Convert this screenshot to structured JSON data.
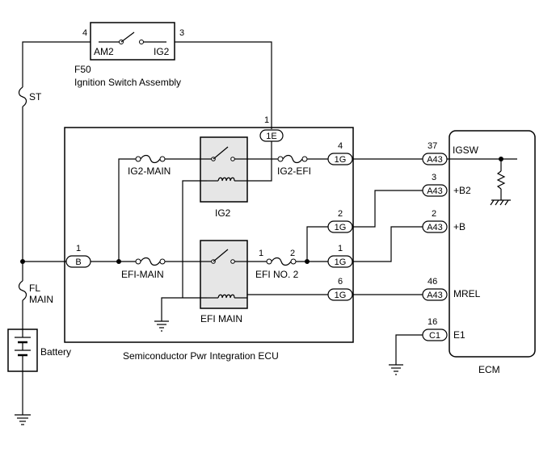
{
  "ignition_switch": {
    "id": "F50",
    "name": "Ignition Switch Assembly",
    "left_terminal": "AM2",
    "right_terminal": "IG2",
    "left_pin": "4",
    "right_pin": "3"
  },
  "fuses": {
    "st": "ST",
    "fl_main_1": "FL",
    "fl_main_2": "MAIN",
    "ig2_main": "IG2-MAIN",
    "ig2_efi": "IG2-EFI",
    "efi_main": "EFI-MAIN",
    "efi_no2": "EFI NO. 2"
  },
  "relays": {
    "ig2": "IG2",
    "efi_main": "EFI MAIN"
  },
  "battery": "Battery",
  "ecu": {
    "name": "Semiconductor Pwr Integration ECU"
  },
  "ecm": {
    "name": "ECM"
  },
  "connectors": {
    "c_1e": "1E",
    "pin_1e": "1",
    "c_b": "B",
    "pin_b": "1",
    "c_1g_4": "1G",
    "pin_1g_4": "4",
    "c_1g_2": "1G",
    "pin_1g_2": "2",
    "c_1g_1": "1G",
    "pin_1g_1": "1",
    "c_1g_6": "1G",
    "pin_1g_6": "6",
    "efi2_pin_left": "1",
    "efi2_pin_right": "2",
    "c_a43_37": "A43",
    "pin_a43_37": "37",
    "c_a43_3": "A43",
    "pin_a43_3": "3",
    "c_a43_2": "A43",
    "pin_a43_2": "2",
    "c_a43_46": "A43",
    "pin_a43_46": "46",
    "c_c1": "C1",
    "pin_c1": "16"
  },
  "signals": {
    "igsw": "IGSW",
    "b2": "+B2",
    "b": "+B",
    "mrel": "MREL",
    "e1": "E1"
  }
}
